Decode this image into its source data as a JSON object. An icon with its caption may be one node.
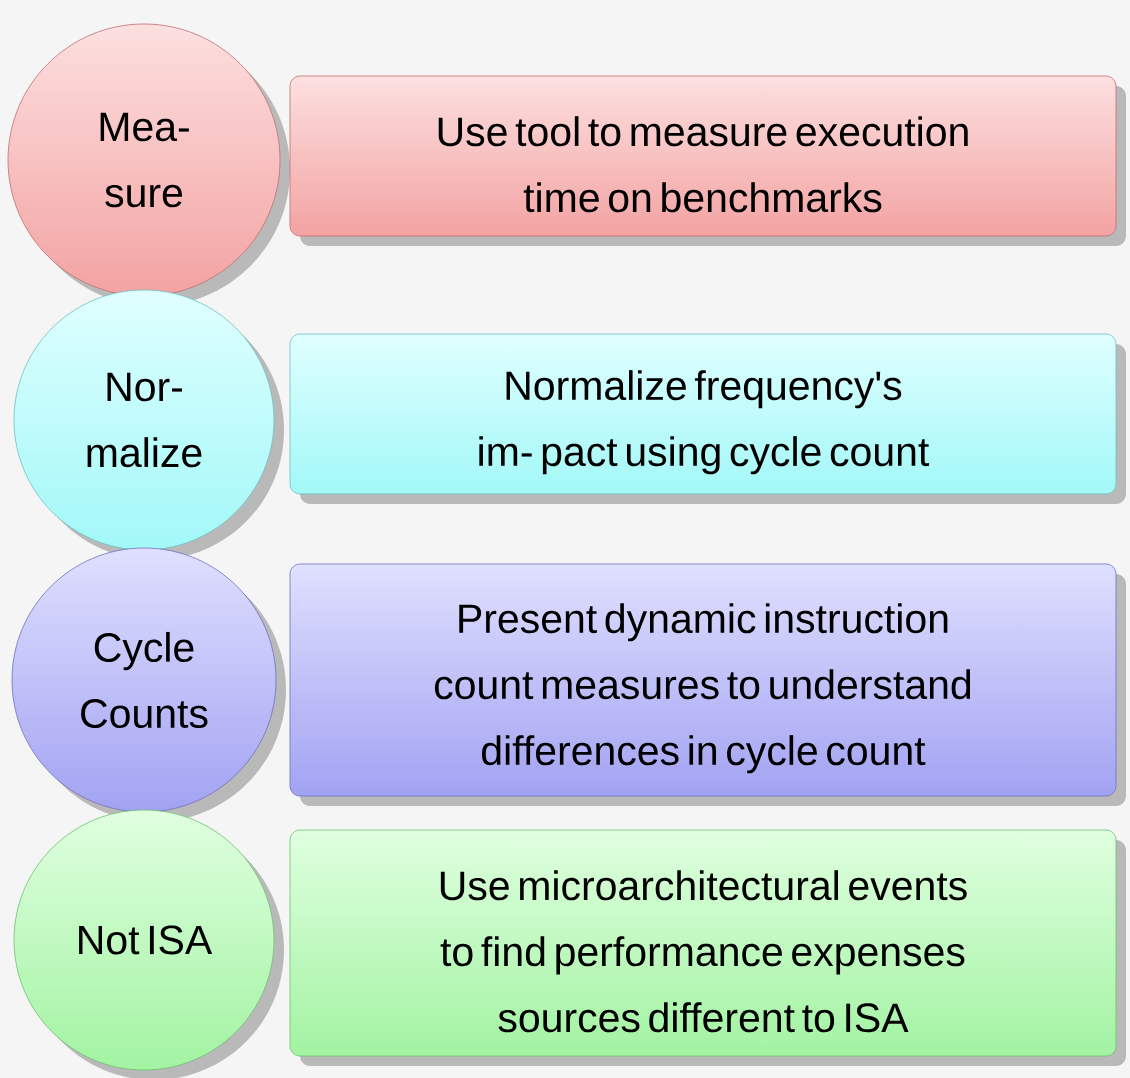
{
  "diagram": {
    "nodes": [
      {
        "text": [
          "Mea- sure"
        ]
      },
      {
        "text": [
          "Use tool to measure execution time on benchmarks"
        ]
      },
      {
        "text": [
          "Nor- malize"
        ]
      },
      {
        "text": [
          "Normalize frequency's im- pact using cycle count"
        ]
      },
      {
        "text": [
          "Cycle Counts"
        ]
      },
      {
        "text": [
          "Present dynamic instruction count measures to understand differences in cycle count"
        ]
      },
      {
        "text": [
          "Not ISA"
        ]
      },
      {
        "text": [
          "Use microarchitectural events to find performance expenses sources different to ISA"
        ]
      }
    ]
  }
}
